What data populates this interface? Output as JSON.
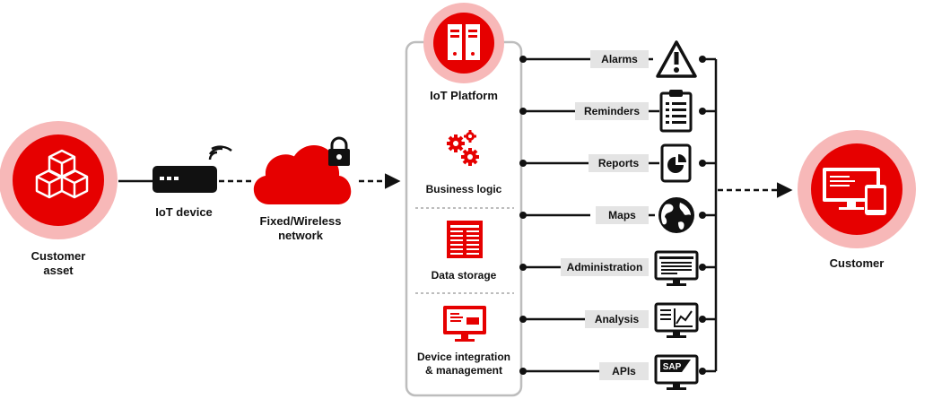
{
  "colors": {
    "red": "#e60000",
    "halo": "#f7b8b8",
    "tag_bg": "#e4e4e4",
    "dark": "#111111",
    "panel_border": "#bdbdbd"
  },
  "left_nodes": {
    "customer_asset": {
      "label": "Customer\nasset",
      "icon": "boxes-icon"
    },
    "iot_device": {
      "label": "IoT device",
      "icon": "router-icon"
    },
    "network": {
      "label": "Fixed/Wireless\nnetwork",
      "icon": "cloud-lock-icon"
    }
  },
  "platform": {
    "title": "IoT Platform",
    "icon": "server-icon",
    "sections": [
      {
        "label": "Business logic",
        "icon": "gears-icon"
      },
      {
        "label": "Data storage",
        "icon": "database-icon"
      },
      {
        "label": "Device integration\n& management",
        "icon": "monitor-icon"
      }
    ]
  },
  "outputs": [
    {
      "label": "Alarms",
      "icon": "warning-icon"
    },
    {
      "label": "Reminders",
      "icon": "clipboard-icon"
    },
    {
      "label": "Reports",
      "icon": "report-icon"
    },
    {
      "label": "Maps",
      "icon": "globe-icon"
    },
    {
      "label": "Administration",
      "icon": "admin-screen-icon"
    },
    {
      "label": "Analysis",
      "icon": "analysis-screen-icon"
    },
    {
      "label": "APIs",
      "icon": "sap-screen-icon"
    }
  ],
  "customer": {
    "label": "Customer",
    "icon": "desktop-mobile-icon"
  }
}
